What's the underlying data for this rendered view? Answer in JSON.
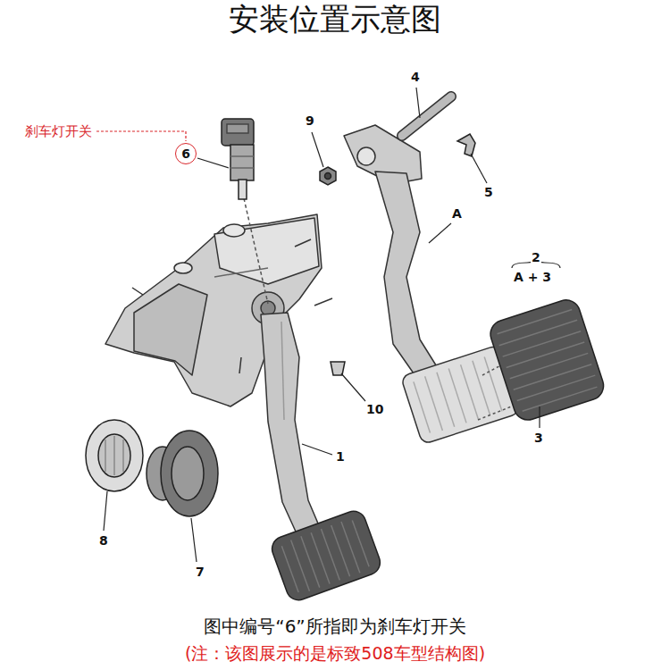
{
  "diagram": {
    "title": "安装位置示意图",
    "caption": "图中编号“6”所指即为刹车灯开关",
    "nodes": [
      {
        "text": [
          "6"
        ]
      }
    ],
    "labels": [
      "刹车灯开关",
      "9",
      "4",
      "5",
      "A",
      "2",
      "A + 3",
      "3",
      "1",
      "10",
      "8",
      "7",
      "(注：该图展示的是标致508车型结构图)"
    ]
  }
}
